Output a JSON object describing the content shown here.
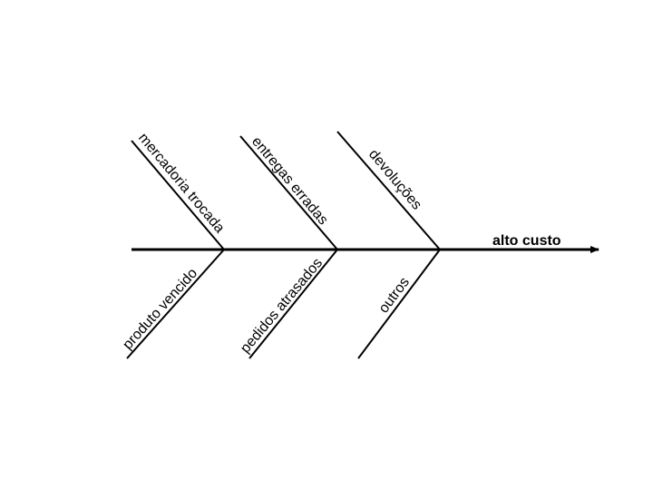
{
  "diagram": {
    "type": "fishbone",
    "effect": "alto custo",
    "causes_top": [
      "mercadoria trocada",
      "entregas erradas",
      "devoluções"
    ],
    "causes_bottom": [
      "produto vencido",
      "pedidos atrasados",
      "outros"
    ],
    "line_color": "#000000"
  }
}
